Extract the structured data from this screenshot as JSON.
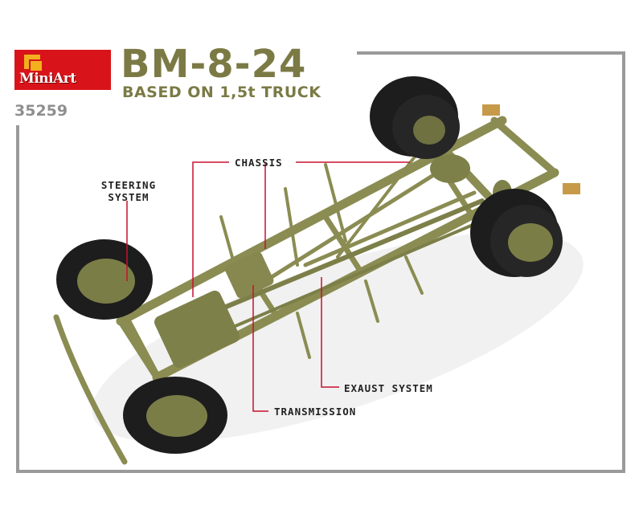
{
  "brand": {
    "logo_text": "MiniArt",
    "logo_color": "#d8141a",
    "logo_accent": "#f2b01e"
  },
  "product": {
    "title": "BM-8-24",
    "subtitle": "BASED ON 1,5t TRUCK",
    "catalog_number": "35259",
    "title_color": "#7b7a45"
  },
  "callouts": {
    "chassis": "CHASSIS",
    "steering_line1": "STEERING",
    "steering_line2": "SYSTEM",
    "exhaust": "EXAUST SYSTEM",
    "transmission": "TRANSMISSION",
    "leader_color": "#c8102e"
  },
  "model": {
    "frame_color": "#8a8c52",
    "tire_color": "#1d1d1d"
  }
}
